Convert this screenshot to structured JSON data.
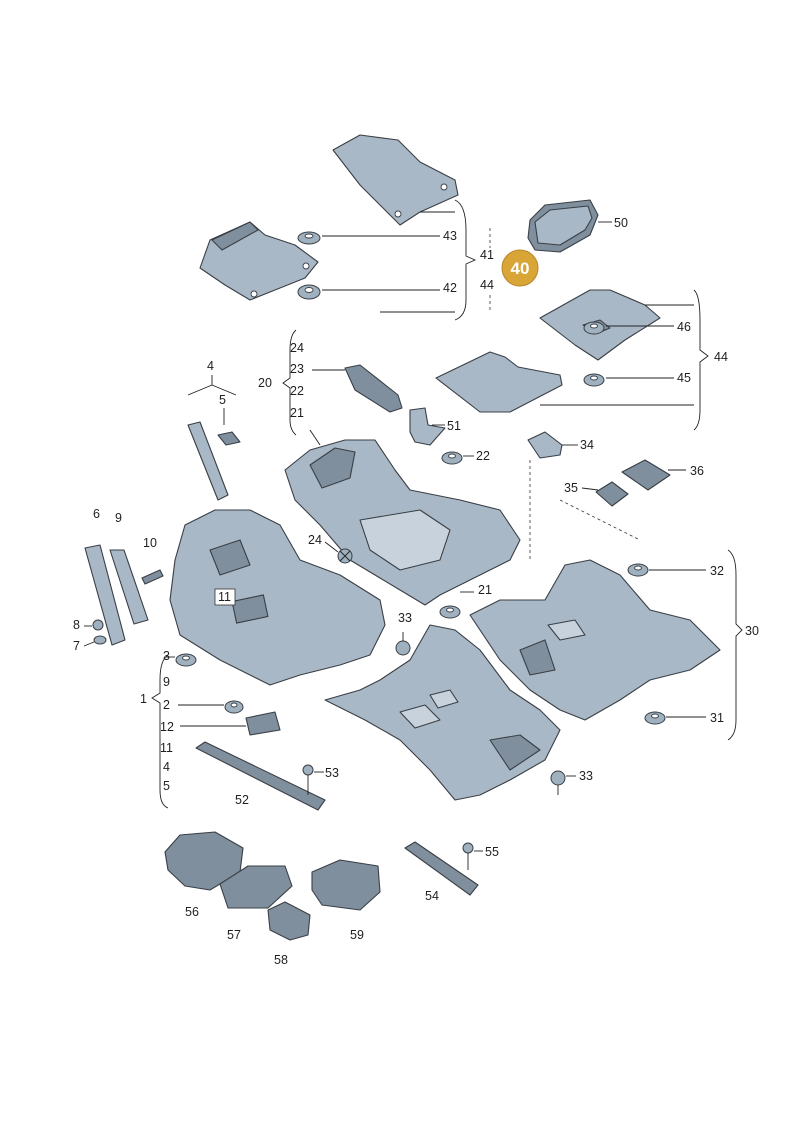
{
  "highlight": {
    "label": "40",
    "color": "#d9a537"
  },
  "colors": {
    "part": "#a9b8c6",
    "part_dark": "#7f8f9e",
    "outline": "#3a3f45"
  },
  "labels": {
    "l1": "1",
    "l2": "2",
    "l3": "3",
    "l4_top": "4",
    "l5_top": "5",
    "l6": "6",
    "l7": "7",
    "l8": "8",
    "l9_top": "9",
    "l10": "10",
    "l11_box": "11",
    "l12": "12",
    "l9_list": "9",
    "l11_list": "11",
    "l4_list": "4",
    "l5_list": "5",
    "l20": "20",
    "l24_a": "24",
    "l23": "23",
    "l22_a": "22",
    "l21_a": "21",
    "l51": "51",
    "l22_b": "22",
    "l24_b": "24",
    "l21_b": "21",
    "l41": "41",
    "l44_a": "44",
    "l43": "43",
    "l42": "42",
    "l50": "50",
    "l46": "46",
    "l45": "45",
    "l44_b": "44",
    "l34": "34",
    "l35": "35",
    "l36": "36",
    "l32": "32",
    "l30": "30",
    "l31": "31",
    "l33_a": "33",
    "l33_b": "33",
    "l52": "52",
    "l53": "53",
    "l54": "54",
    "l55": "55",
    "l56": "56",
    "l57": "57",
    "l58": "58",
    "l59": "59"
  }
}
